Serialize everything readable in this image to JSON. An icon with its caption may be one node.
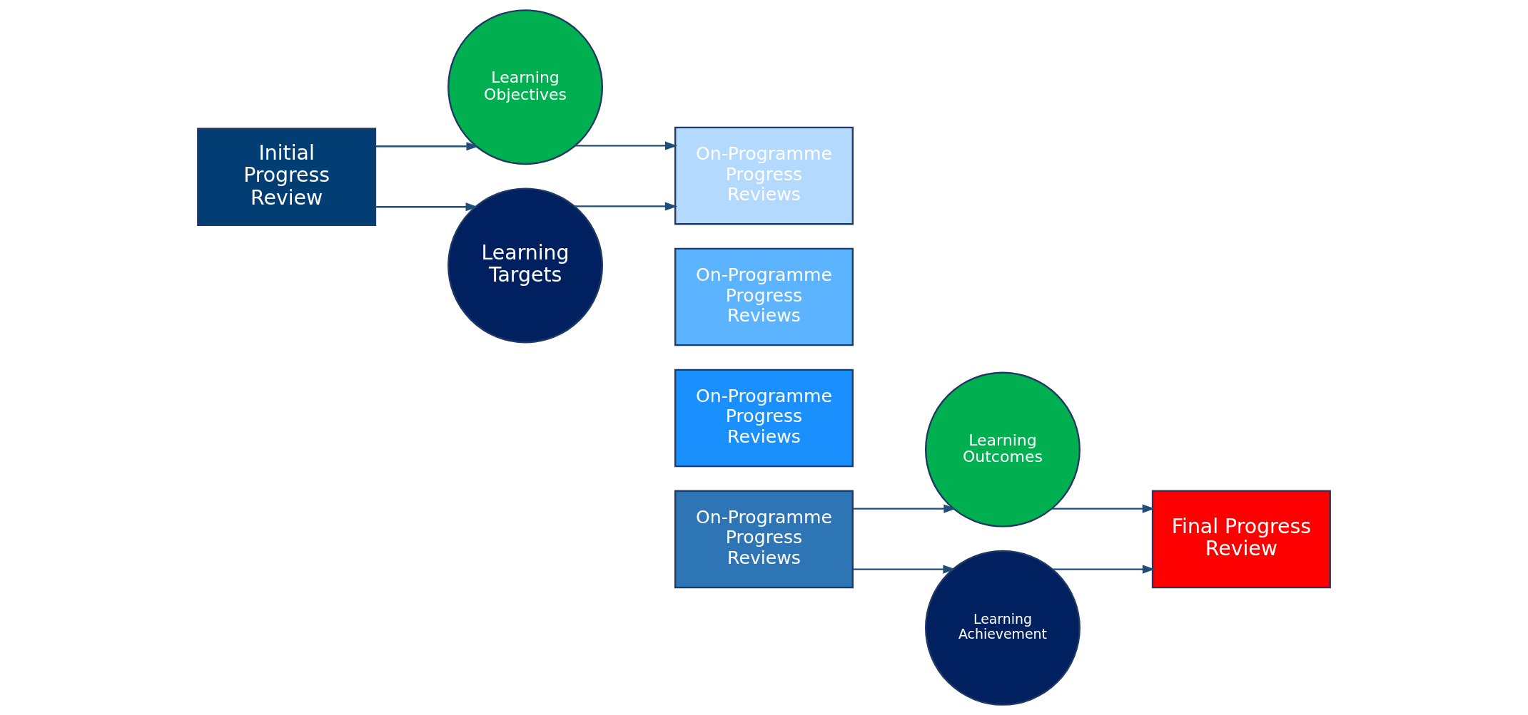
{
  "diagram": {
    "nodes": [
      {
        "text": [
          "Initial Progress Review"
        ]
      },
      {
        "text": [
          "Learning Objectives"
        ]
      },
      {
        "text": [
          "Learning Targets"
        ]
      },
      {
        "text": [
          "On-Programme Progress Reviews"
        ]
      },
      {
        "text": [
          "On-Programme Progress Reviews"
        ]
      },
      {
        "text": [
          "On-Programme Progress Reviews"
        ]
      },
      {
        "text": [
          "On-Programme Progress Reviews"
        ]
      },
      {
        "text": [
          "Learning Outcomes"
        ]
      },
      {
        "text": [
          "Learning Achievement"
        ]
      },
      {
        "text": [
          "Final Progress Review"
        ]
      }
    ],
    "edges": [
      {
        "from": 0,
        "to": 1,
        "arrow": "to"
      },
      {
        "from": 0,
        "to": 2,
        "arrow": "to"
      },
      {
        "from": 1,
        "to": 3,
        "arrow": "to"
      },
      {
        "from": 2,
        "to": 3,
        "arrow": "to"
      },
      {
        "from": 6,
        "to": 7,
        "arrow": "to"
      },
      {
        "from": 6,
        "to": 8,
        "arrow": "to"
      },
      {
        "from": 7,
        "to": 9,
        "arrow": "to"
      },
      {
        "from": 8,
        "to": 9,
        "arrow": "to"
      }
    ]
  }
}
